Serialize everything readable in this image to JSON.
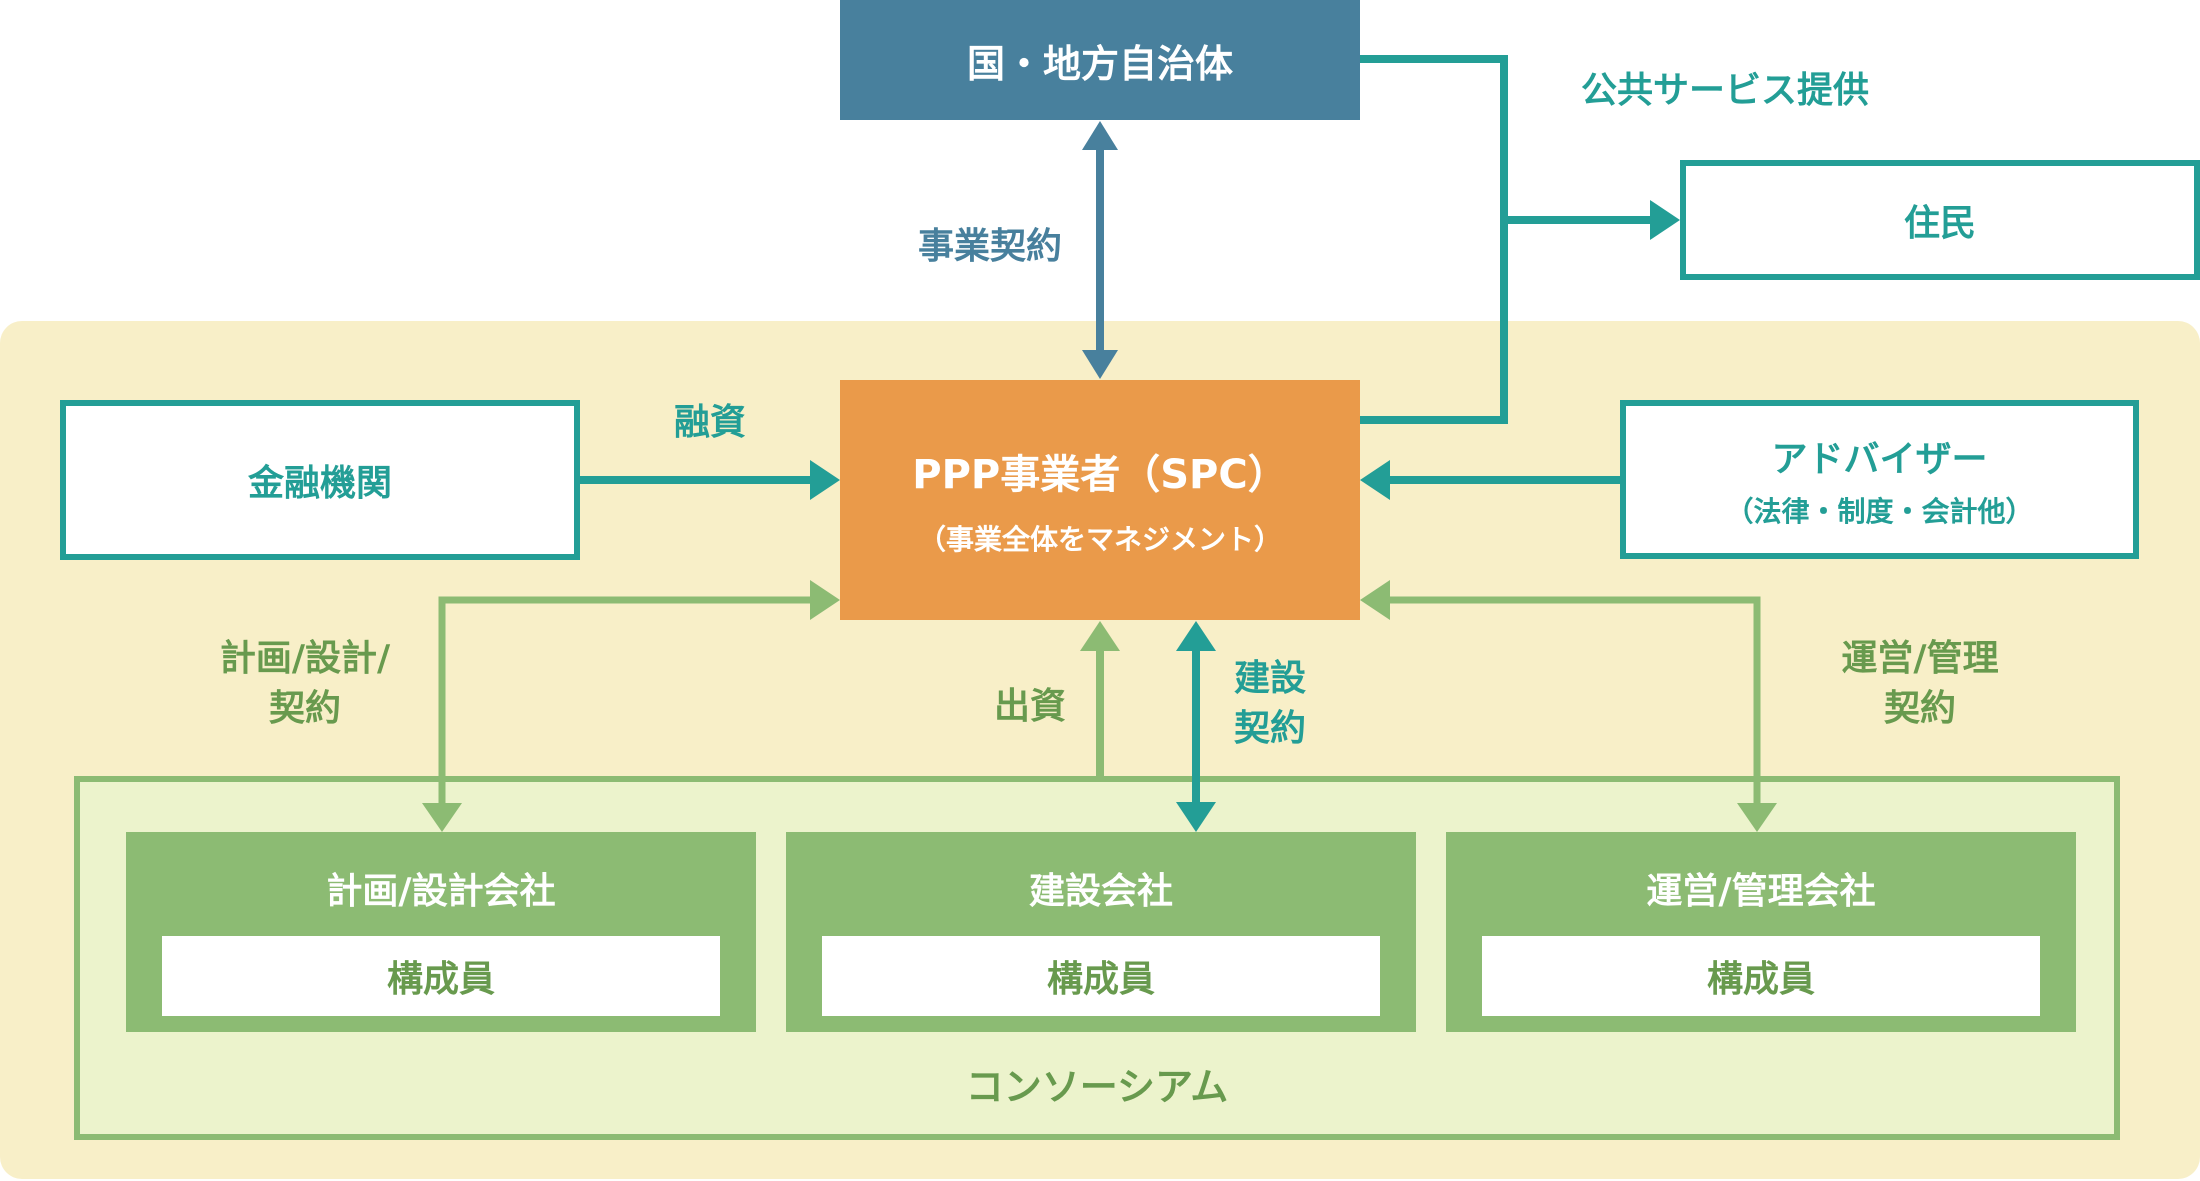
{
  "colors": {
    "government": "#48809d",
    "teal": "#239e96",
    "spc": "#ea9a4a",
    "green": "#8cbb73",
    "green_text": "#689a4e",
    "yellow_bg": "#f8efc8",
    "consortium_bg": "#ecf3cc"
  },
  "nodes": {
    "government": "国・地方自治体",
    "residents": "住民",
    "finance": "金融機関",
    "spc": {
      "title": "PPP事業者（SPC）",
      "subtitle": "（事業全体をマネジメント）"
    },
    "advisor": {
      "title": "アドバイザー",
      "subtitle": "（法律・制度・会計他）"
    },
    "consortium": "コンソーシアム",
    "companies": [
      {
        "name": "計画/設計会社",
        "member": "構成員"
      },
      {
        "name": "建設会社",
        "member": "構成員"
      },
      {
        "name": "運営/管理会社",
        "member": "構成員"
      }
    ]
  },
  "edges": {
    "business_contract": "事業契約",
    "public_service": "公共サービス提供",
    "loan": "融資",
    "plan_contract": [
      "計画/設計/",
      "契約"
    ],
    "investment": "出資",
    "construction_contract": [
      "建設",
      "契約"
    ],
    "operation_contract": [
      "運営/管理",
      "契約"
    ]
  }
}
